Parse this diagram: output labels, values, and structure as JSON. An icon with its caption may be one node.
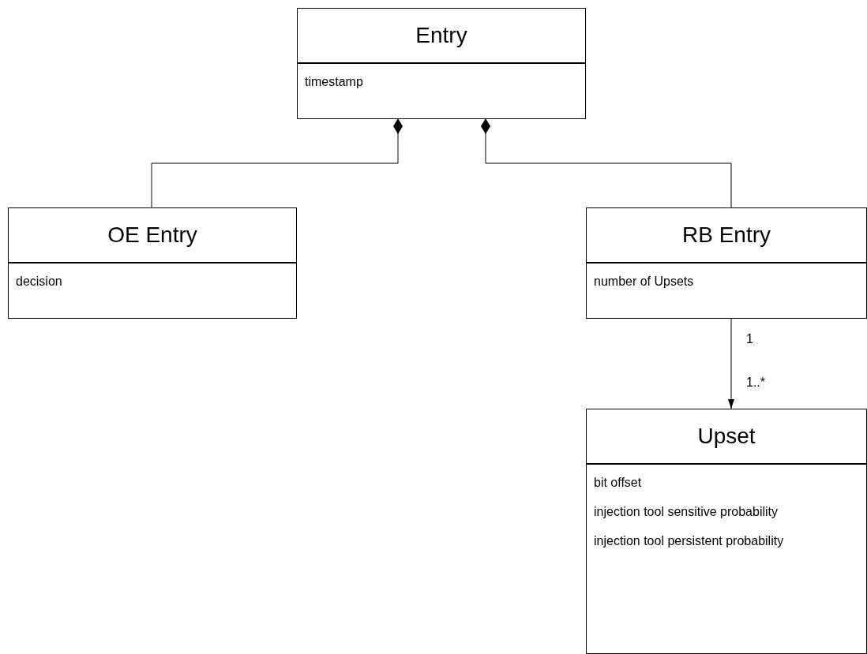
{
  "diagram": {
    "nodes": [
      {
        "text": [
          "Entry",
          "timestamp"
        ]
      },
      {
        "text": [
          "OE Entry",
          "decision"
        ]
      },
      {
        "text": [
          "RB Entry",
          "number of Upsets"
        ]
      },
      {
        "text": [
          "Upset",
          "bit offset",
          "injection tool sensitive probability",
          "injection tool persistent probability"
        ]
      }
    ],
    "edges": [
      {
        "from": 0,
        "to": 1,
        "arrow": "other"
      },
      {
        "from": 0,
        "to": 2,
        "arrow": "other"
      },
      {
        "from": 2,
        "to": 3,
        "arrow": "to"
      }
    ],
    "labels": [
      "1",
      "1..*"
    ]
  }
}
